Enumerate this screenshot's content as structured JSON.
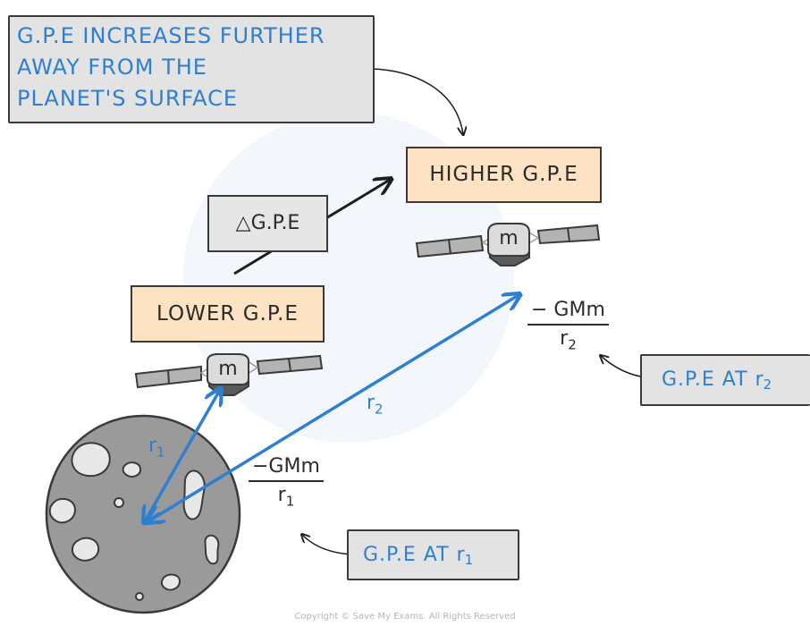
{
  "callouts": {
    "top_line1": "G.P.E INCREASES FURTHER",
    "top_line2": "AWAY FROM THE",
    "top_line3": "PLANET'S SURFACE",
    "gpe_r2_prefix": "G.P.E AT ",
    "gpe_r1_prefix": "G.P.E AT ",
    "r_symbol": "r",
    "sub1": "1",
    "sub2": "2"
  },
  "labels": {
    "higher": "HIGHER G.P.E",
    "lower": "LOWER G.P.E",
    "delta_symbol": "△",
    "delta_text": "G.P.E",
    "mass": "m",
    "r1_symbol": "r",
    "r1_sub": "1",
    "r2_symbol": "r",
    "r2_sub": "2"
  },
  "fractions": {
    "upper_num": "− GMm",
    "upper_den_symbol": "r",
    "upper_den_sub": "2",
    "lower_num": "−GMm",
    "lower_den_symbol": "r",
    "lower_den_sub": "1"
  },
  "colors": {
    "blue": "#2f7fd0",
    "orange_box": "#fde2c4",
    "grey_tag": "#e3e3e3",
    "planet": "#9a9a9a"
  },
  "copyright": "Copyright © Save My Exams. All Rights Reserved"
}
